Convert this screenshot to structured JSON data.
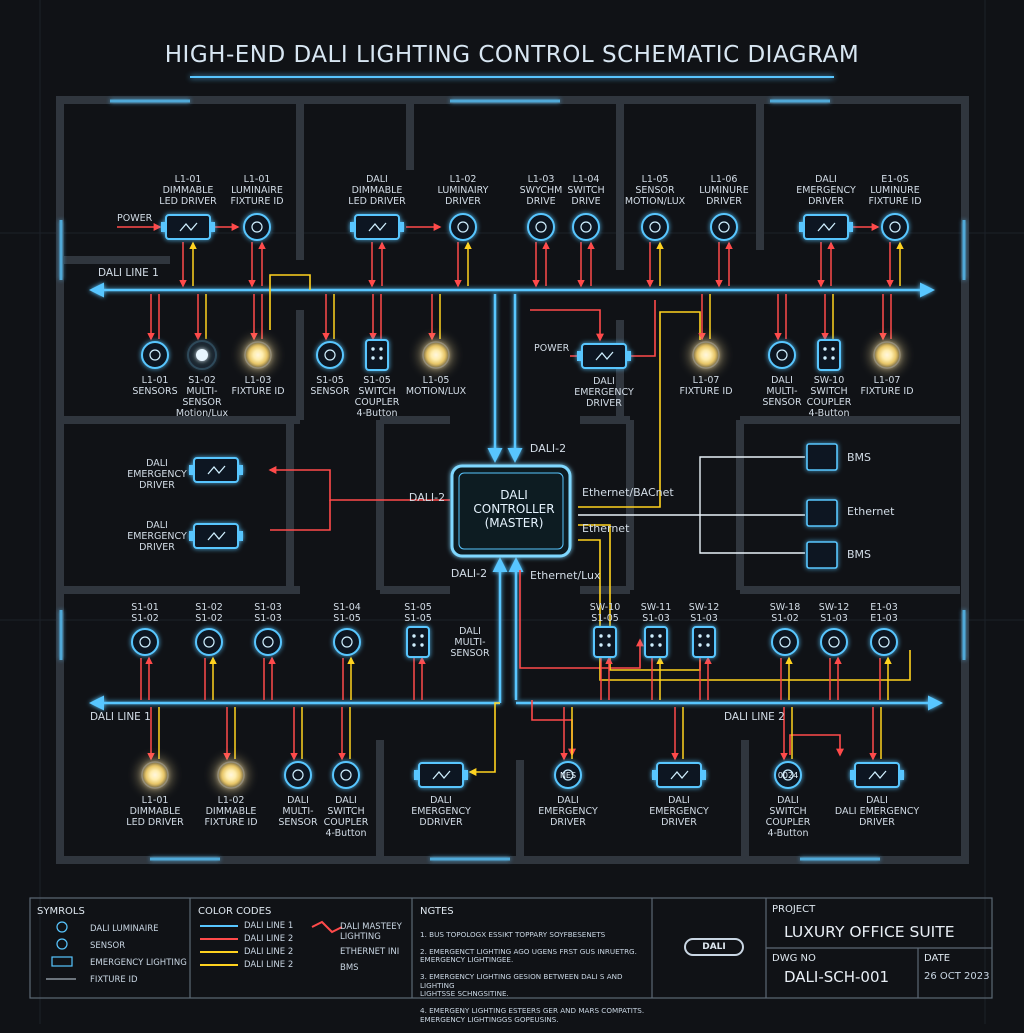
{
  "title": "HIGH-END DALI LIGHTING CONTROL SCHEMATIC DIAGRAM",
  "colors": {
    "background": "#101216",
    "wall": "#2a2f36",
    "dali_line": "#58c6ff",
    "power_line": "#ff4a4a",
    "ethernet_line": "#ffd21f",
    "bms_line": "#e8f2f8",
    "luminaire_glow": "#ffe7a0"
  },
  "buses": {
    "line1_top": "DALI LINE 1",
    "line1_bottom": "DALI LINE 1",
    "line2_bottom": "DALI LINE 2"
  },
  "controller": {
    "label": "DALI\nCONTROLLER\n(MASTER)",
    "link_dali2_top": "DALI-2",
    "link_dali2_left": "DALI-2",
    "link_dali2_bottom": "DALI-2",
    "link_eth_bacnet": "Ethernet/BACnet",
    "link_eth": "Ethernet",
    "link_eth_lux": "Ethernet/Lux"
  },
  "bms_panel": {
    "bms_top": "BMS",
    "ethernet": "Ethernet",
    "bms_bottom": "BMS"
  },
  "power_labels": {
    "top_left": "POWER",
    "mid_right": "POWER"
  },
  "top_devices": [
    {
      "label": "L1-01\nDIMMABLE\nLED DRIVER",
      "icon": "led-driver-icon"
    },
    {
      "label": "L1-01\nLUMINAIRE\nFIXTURE ID",
      "icon": "luminaire-icon"
    },
    {
      "label": "DALI\nDIMMABLE\nLED DRIVER",
      "icon": "led-driver-icon"
    },
    {
      "label": "L1-02\nLUMINAIRY\nDRIVER",
      "icon": "luminaire-icon"
    },
    {
      "label": "L1-03\nSWYCHM\nDRIVE",
      "icon": "switch-icon"
    },
    {
      "label": "L1-04\nSWITCH\nDRIVE",
      "icon": "switch-icon"
    },
    {
      "label": "L1-05\nSENSOR\nMOTION/LUX",
      "icon": "sensor-icon"
    },
    {
      "label": "L1-06\nLUMINURE\nDRIVER",
      "icon": "luminaire-icon"
    },
    {
      "label": "DALI\nEMERGENCY\nDRIVER",
      "icon": "emergency-driver-icon"
    },
    {
      "label": "E1-0S\nLUMINURE\nFIXTURE ID",
      "icon": "luminaire-icon"
    }
  ],
  "upper_row": [
    {
      "label": "L1-01\nSENSORS",
      "icon": "sensor-icon"
    },
    {
      "label": "S1-02\nMULTI-\nSENSOR\nMotion/Lux",
      "icon": "multi-sensor-icon"
    },
    {
      "label": "L1-03\nFIXTURE ID",
      "icon": "luminaire-glow-icon"
    },
    {
      "label": "S1-05\nSENSOR",
      "icon": "sensor-icon"
    },
    {
      "label": "S1-05\nSWITCH\nCOUPLER\n4-Button",
      "icon": "switch-coupler-icon"
    },
    {
      "label": "L1-05\nMOTION/LUX",
      "icon": "luminaire-glow-icon"
    },
    {
      "label": "DALI\nEMERGENCY\nDRIVER",
      "icon": "emergency-driver-icon"
    },
    {
      "label": "L1-07\nFIXTURE ID",
      "icon": "luminaire-glow-icon"
    },
    {
      "label": "DALI\nMULTI-\nSENSOR",
      "icon": "multi-sensor-icon"
    },
    {
      "label": "SW-10\nSWITCH\nCOUPLER\n4-Button",
      "icon": "switch-coupler-icon"
    },
    {
      "label": "L1-07\nFIXTURE ID",
      "icon": "luminaire-glow-icon"
    }
  ],
  "left_mid": [
    {
      "label": "DALI\nEMERGENCY\nDRIVER"
    },
    {
      "label": "DALI\nEMERGENCY\nDRIVER"
    }
  ],
  "lower_row": [
    {
      "label": "S1-01\nS1-02"
    },
    {
      "label": "S1-02\nS1-02"
    },
    {
      "label": "S1-03\nS1-03"
    },
    {
      "label": "S1-04\nS1-05"
    },
    {
      "label": "S1-05\nS1-05"
    },
    {
      "label": "DALI\nMULTI-\nSENSOR"
    },
    {
      "label": "SW-10\nS1-05"
    },
    {
      "label": "SW-11\nS1-03"
    },
    {
      "label": "SW-12\nS1-03"
    },
    {
      "label": "SW-18\nS1-02"
    },
    {
      "label": "SW-12\nS1-03"
    },
    {
      "label": "E1-03\nE1-03"
    }
  ],
  "bottom_row": [
    {
      "label": "L1-01\nDIMMABLE\nLED DRIVER"
    },
    {
      "label": "L1-02\nDIMMABLE\nFIXTURE ID"
    },
    {
      "label": "DALI\nMULTI-\nSENSOR"
    },
    {
      "label": "DALI\nSWITCH\nCOUPLER\n4-Button"
    },
    {
      "label": "DALI\nEMERGENCY\nDDRIVER"
    },
    {
      "label": "DALI\nEMERGENCY\nDRIVER"
    },
    {
      "label": "DALI\nEMERGENCY\nDRIVER"
    },
    {
      "label": "DALI\nSWITCH\nCOUPLER\n4-Button"
    },
    {
      "label": "DALI\nDALI EMERGENCY\nDRIVER"
    }
  ],
  "device_badges": {
    "nes": "NES",
    "code": "0024"
  },
  "legend": {
    "symbols_title": "SYMROLS",
    "symbols": [
      "DALI LUMINAIRE",
      "SENSOR",
      "EMERGENCY LIGHTING",
      "FIXTURE ID"
    ],
    "colors_title": "COLOR CODES",
    "color_codes": [
      "DALI LINE 1",
      "DALI LINE 2",
      "DALI LINE 2",
      "DALI LINE 2"
    ],
    "extra_codes": [
      "DALI MASTEEY\nLIGHTING",
      "ETHERNET INI",
      "BMS"
    ]
  },
  "notes": {
    "title": "NGTES",
    "items": [
      "1. BUS TOPOLOGX ESSIKT TOPPARY SOYFBESENETS",
      "2. EMERGENCT LIGHTING AGO UGENS FRST GUS INRUETRG.\n    EMERGENCY LIGHTINGEE.",
      "3. EMERGENCY LIGHTING GESION BETWEEN DALI S AND LIGHTING\n    LIGHTSSE SCHNGSITINE.",
      "4. EMERGENY LIGHTING ESTEERS GER AND MARS COMPATITS.\n    EMERGENCY LIGHTINGGS GOPEUSINS."
    ]
  },
  "title_block": {
    "project_label": "PROJECT",
    "project_name": "LUXURY OFFICE SUITE",
    "logo": "DALI",
    "dwg_label": "DWG NO",
    "dwg_no": "DALI-SCH-001",
    "date_label": "DATE",
    "date": "26 OCT 2023"
  }
}
